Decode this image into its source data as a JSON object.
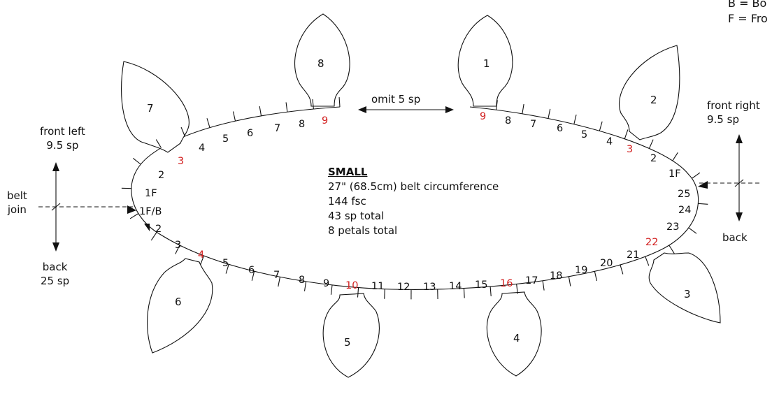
{
  "legend": {
    "line_b": "B = Bo",
    "line_f": "F = Fro"
  },
  "center": {
    "title": "SMALL",
    "lines": [
      "27\" (68.5cm) belt circumference",
      "144 fsc",
      "43 sp total",
      "8 petals total"
    ]
  },
  "omit_label": "omit 5 sp",
  "labels": {
    "front_left": "front left",
    "front_left_sp": "9.5 sp",
    "belt": "belt",
    "join": "join",
    "back_left": "back",
    "back_left_sp": "25 sp",
    "front_right": "front right",
    "front_right_sp": "9.5 sp",
    "back_right": "back"
  },
  "petals": [
    "1",
    "2",
    "3",
    "4",
    "5",
    "6",
    "7",
    "8"
  ],
  "segments_top_left": [
    "9",
    "8",
    "7",
    "6",
    "5",
    "4",
    "3"
  ],
  "segments_top_right": [
    "9",
    "8",
    "7",
    "6",
    "5",
    "4",
    "3",
    "2",
    "1F"
  ],
  "segments_left": [
    "2",
    "1F",
    "1F/B",
    "2"
  ],
  "segments_bottom": [
    "3",
    "4",
    "5",
    "6",
    "7",
    "8",
    "9",
    "10",
    "11",
    "12",
    "13",
    "14",
    "15",
    "16",
    "17",
    "18",
    "19",
    "20",
    "21",
    "22",
    "23",
    "24",
    "25"
  ],
  "highlight_color": "#d21f1f"
}
